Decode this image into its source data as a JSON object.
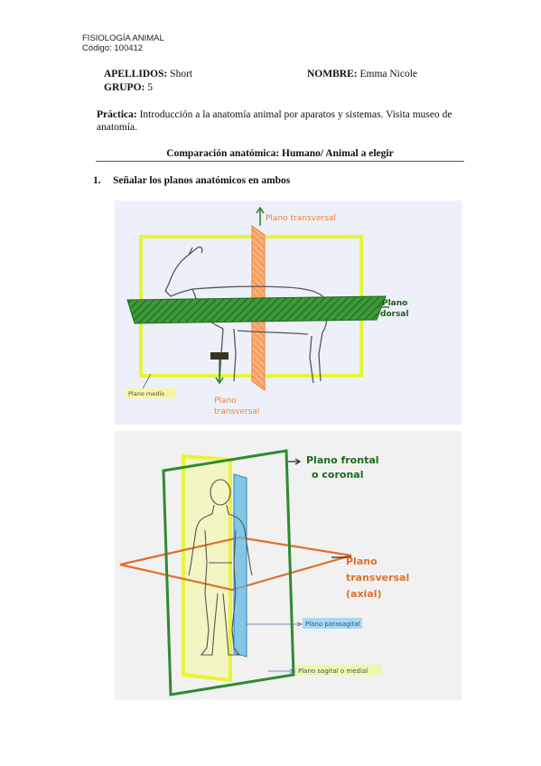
{
  "header": {
    "course": "FISIOLOGÍA ANIMAL",
    "code": "Código: 100412"
  },
  "student": {
    "apellidos_label": "APELLIDOS:",
    "apellidos_value": "Short",
    "nombre_label": "NOMBRE:",
    "nombre_value": "Emma Nicole",
    "grupo_label": "GRUPO:",
    "grupo_value": "5"
  },
  "practica": {
    "label": "Práctica:",
    "text": "Introducción a la anatomía animal por aparatos y sistemas. Visita museo de anatomía."
  },
  "section_title": "Comparación anatómica: Humano/ Animal a elegir",
  "question": {
    "number": "1.",
    "text": "Señalar los planos anatómicos en ambos"
  },
  "goat_figure": {
    "labels": {
      "transversal_top": "Plano transversal",
      "dorsal_1": "Plano",
      "dorsal_2": "dorsal",
      "medio": "Plano medio",
      "transversal_bottom_1": "Plano",
      "transversal_bottom_2": "transversal"
    },
    "colors": {
      "medio": "#e6f53a",
      "dorsal": "#2f8a2e",
      "transversal": "#f59a5a",
      "paper": "#edf0f8"
    }
  },
  "human_figure": {
    "labels": {
      "frontal_1": "Plano frontal",
      "frontal_2": "o coronal",
      "transversal_1": "Plano",
      "transversal_2": "transversal",
      "transversal_3": "(axial)",
      "parasagital": "Plano parasagital",
      "sagital": "Plano sagital o medial"
    },
    "colors": {
      "frontal": "#2f8a2e",
      "sagital": "#e6f53a",
      "transversal": "#e0702c",
      "parasagital": "#3aa6d6",
      "paper": "#f1f1f1"
    }
  }
}
